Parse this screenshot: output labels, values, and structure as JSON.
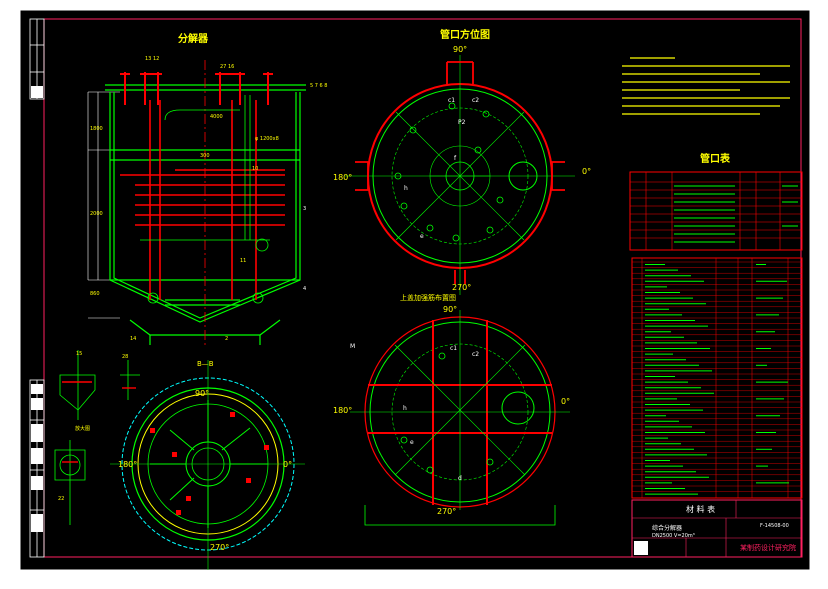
{
  "titles": {
    "separator": "分解器",
    "nozzle_orientation": "管口方位图",
    "upper_plate": "上盖加强筋布置图",
    "nozzle_table": "管口表",
    "materials_table": "材 料 表",
    "design_institute": "某制药设计研究院",
    "section_mark": "B—B"
  },
  "angles": {
    "a90": "90°",
    "a0": "0°",
    "a180": "180°",
    "a270": "270°"
  },
  "title_block": {
    "line1": "综合分解器",
    "line2": "DN2500  V=20m³",
    "drawing_no": "F-14508-00"
  },
  "colors": {
    "frame": "#ff2060",
    "outline": "#00ff00",
    "text": "#ffff00",
    "red": "#ff0000",
    "cyan": "#00ffff",
    "white": "#ffffff",
    "gray": "#808080"
  }
}
